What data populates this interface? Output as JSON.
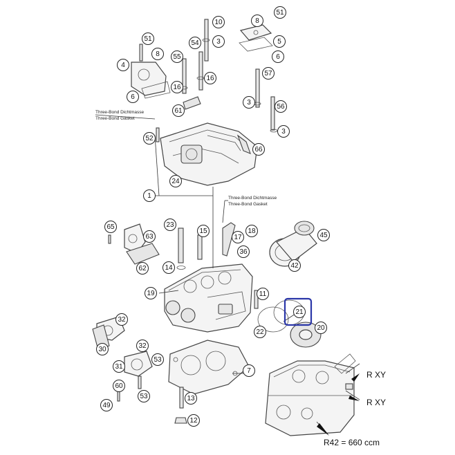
{
  "notes": [
    {
      "id": "note-top",
      "line1": "Three-Bond Dichtmasse",
      "line2": "Three-Bond Gasket"
    },
    {
      "id": "note-mid",
      "line1": "Three-Bond Dichtmasse",
      "line2": "Three-Bond Gasket"
    }
  ],
  "callouts": [
    "10",
    "3",
    "8",
    "51",
    "5",
    "6",
    "54",
    "51",
    "8",
    "55",
    "4",
    "16",
    "16",
    "6",
    "57",
    "3",
    "56",
    "61",
    "3",
    "52",
    "66",
    "24",
    "1",
    "65",
    "23",
    "15",
    "17",
    "18",
    "45",
    "63",
    "36",
    "62",
    "14",
    "42",
    "19",
    "21",
    "11",
    "22",
    "20",
    "32",
    "30",
    "32",
    "31",
    "53",
    "7",
    "60",
    "53",
    "49",
    "13",
    "12"
  ],
  "highlight": {
    "callout": "21"
  },
  "labels": {
    "rxy_1": "R  XY",
    "rxy_2": "R  XY",
    "capacity": "R42 = 660 ccm"
  }
}
